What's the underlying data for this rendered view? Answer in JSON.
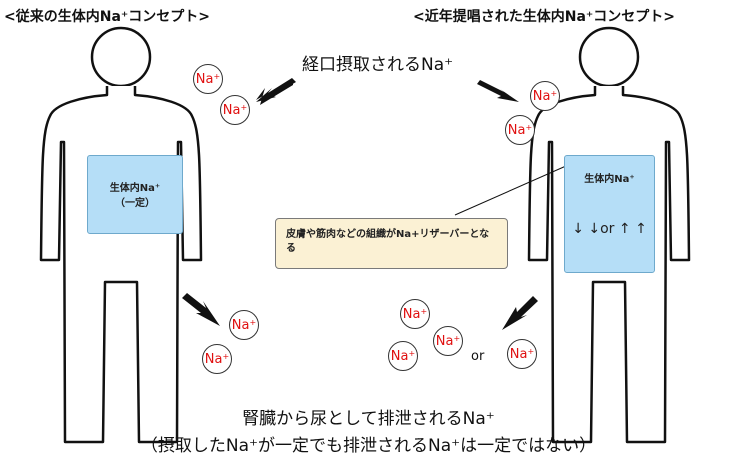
{
  "titles": {
    "left": "<従来の生体内Na⁺コンセプト>",
    "right": "<近年提唱された生体内Na⁺コンセプト>"
  },
  "intake_label": "経口摂取されるNa⁺",
  "ion": {
    "symbol": "Na",
    "charge": "+"
  },
  "left_body_box": {
    "line1": "生体内Na⁺",
    "line2": "（一定）"
  },
  "right_body_box": {
    "line1": "生体内Na⁺",
    "arrows": "↓ ↓or ↑ ↑"
  },
  "callout_text": "皮膚や筋肉などの組織がNa+リザーバーとなる",
  "or_label": "or",
  "bottom": {
    "line1": "腎臓から尿として排泄されるNa⁺",
    "line2": "（摂取したNa⁺が一定でも排泄されるNa⁺は一定ではない）"
  },
  "colors": {
    "ion_text": "#e01010",
    "body_box": "#b5def7",
    "callout_bg": "#fbf1d4"
  }
}
